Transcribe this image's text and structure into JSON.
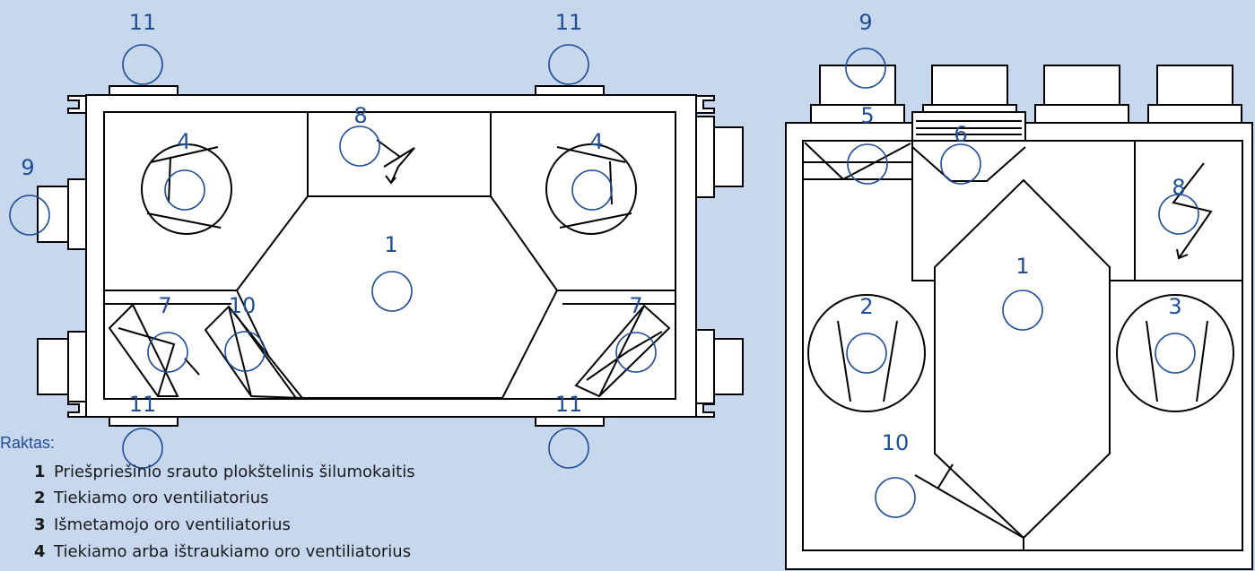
{
  "diagram": {
    "left_view": {
      "labels": [
        "11",
        "11",
        "9",
        "8",
        "4",
        "4",
        "1",
        "7",
        "10",
        "7",
        "11",
        "11"
      ]
    },
    "right_view": {
      "labels": [
        "9",
        "5",
        "6",
        "8",
        "1",
        "2",
        "3",
        "10"
      ]
    }
  },
  "key": {
    "title": "Raktas:",
    "items": [
      {
        "num": "1",
        "text": "Priešpriešinio srauto plokštelinis šilumokaitis"
      },
      {
        "num": "2",
        "text": "Tiekiamo oro ventiliatorius"
      },
      {
        "num": "3",
        "text": "Išmetamojo oro ventiliatorius"
      },
      {
        "num": "4",
        "text": "Tiekiamo arba ištraukiamo oro ventiliatorius"
      }
    ]
  }
}
